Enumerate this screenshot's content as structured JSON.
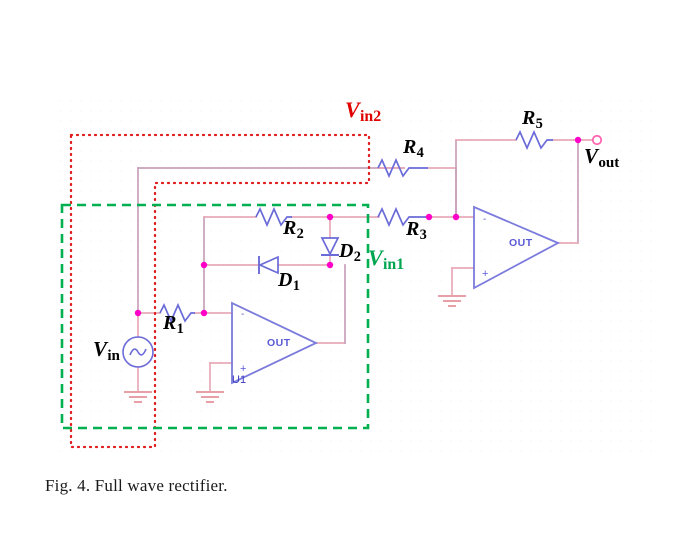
{
  "figure": {
    "caption": "Fig. 4. Full wave rectifier.",
    "background_color": "#ffffff",
    "grid_dot_color": "#f2f2f2"
  },
  "colors": {
    "wire": "#e8a9b8",
    "wire_dark": "#c9a0bb",
    "junction": "#ff00c8",
    "component_outline": "#6a6ad8",
    "opamp_outline": "#7b7bdd",
    "ground": "#e8a0a8",
    "box_vin2": "#e02020",
    "box_vin1": "#00b050",
    "label_black": "#000000",
    "terminal_ring": "#ff66b2"
  },
  "labels": {
    "vin": {
      "base": "V",
      "sub": "in"
    },
    "vin1": {
      "base": "V",
      "sub": "in1"
    },
    "vin2": {
      "base": "V",
      "sub": "in2"
    },
    "vout": {
      "base": "V",
      "sub": "out"
    },
    "r1": {
      "base": "R",
      "sub": "1"
    },
    "r2": {
      "base": "R",
      "sub": "2"
    },
    "r3": {
      "base": "R",
      "sub": "3"
    },
    "r4": {
      "base": "R",
      "sub": "4"
    },
    "r5": {
      "base": "R",
      "sub": "5"
    },
    "d1": {
      "base": "D",
      "sub": "1"
    },
    "d2": {
      "base": "D",
      "sub": "2"
    }
  },
  "components": {
    "opamp_u1": {
      "refdes": "U1",
      "out_pin": "OUT",
      "inv_pin": "-",
      "noninv_pin": "+"
    },
    "opamp_u2": {
      "refdes": "",
      "out_pin": "OUT",
      "inv_pin": "-",
      "noninv_pin": "+"
    },
    "source_vin": {
      "type": "ac-voltage-source",
      "symbol": "sine"
    },
    "diode_d1": {
      "type": "diode",
      "orientation": "left"
    },
    "diode_d2": {
      "type": "diode",
      "orientation": "down"
    },
    "resistors": [
      "R1",
      "R2",
      "R3",
      "R4",
      "R5"
    ],
    "grounds": 3,
    "terminals": [
      "Vout"
    ]
  },
  "annotations": {
    "vin2_box": {
      "style": "dotted",
      "color": "#e02020",
      "label": "Vin2"
    },
    "vin1_box": {
      "style": "dashed",
      "color": "#00b050",
      "label": "Vin1"
    }
  }
}
